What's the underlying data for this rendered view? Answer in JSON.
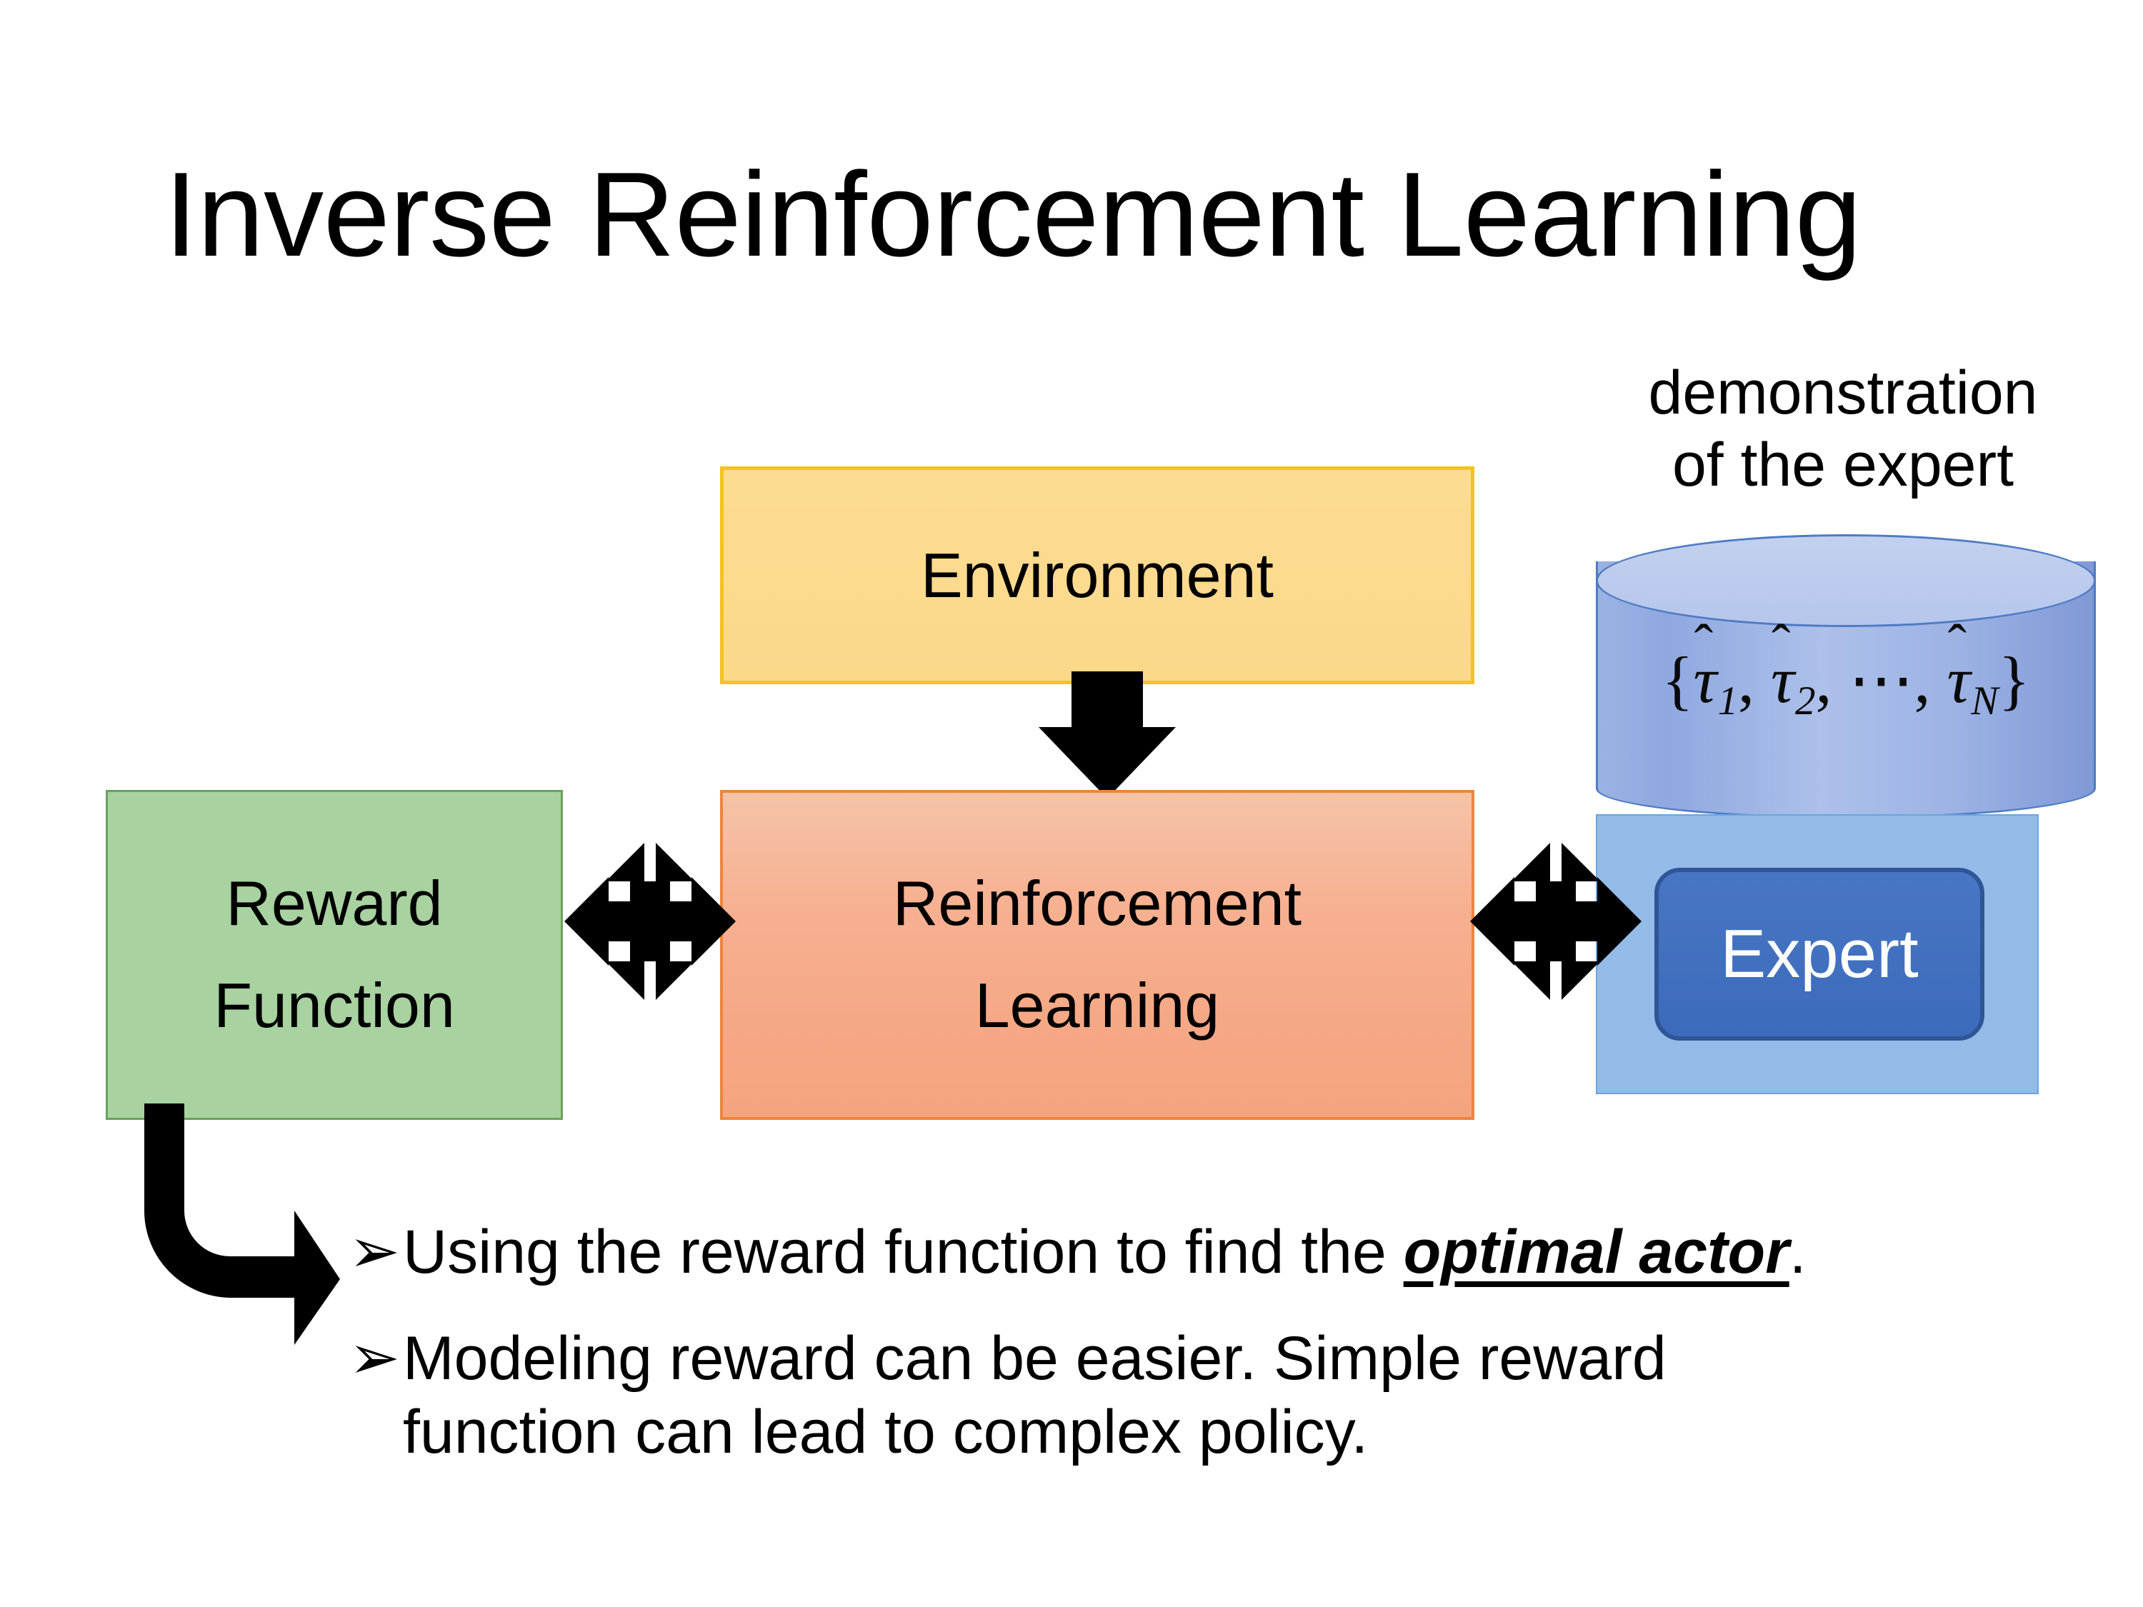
{
  "slide": {
    "title": "Inverse Reinforcement Learning",
    "background_color": "#ffffff"
  },
  "caption": {
    "line1": "demonstration",
    "line2": "of the expert"
  },
  "database": {
    "name": "demonstration-set-cylinder",
    "set_open": "{",
    "tau1": "τ",
    "tau1_hat": "ˆ",
    "tau1_sub": "1",
    "comma1": ", ",
    "tau2": "τ",
    "tau2_hat": "ˆ",
    "tau2_sub": "2",
    "comma2": ", ",
    "ellipsis": "⋯",
    "comma3": ", ",
    "tauN": "τ",
    "tauN_hat": "ˆ",
    "tauN_sub": "N",
    "set_close": "}",
    "fill_color": "#9bb2e3",
    "border_color": "#4f7bc4"
  },
  "expert": {
    "panel_color": "#93bbe8",
    "label": "Expert",
    "box_color": "#3d6bbb",
    "text_color": "#ffffff"
  },
  "environment": {
    "label": "Environment",
    "fill_color": "#fbd88a",
    "border_color": "#f5c220"
  },
  "reinforcement_learning": {
    "line1": "Reinforcement",
    "line2": "Learning",
    "fill_color": "#f5a886",
    "border_color": "#ee843d"
  },
  "reward_function": {
    "line1": "Reward",
    "line2": "Function",
    "fill_color": "#a8d2a0",
    "border_color": "#6aa25e"
  },
  "arrows": {
    "env_to_rl": "down-arrow",
    "reward_to_rl": "four-way-arrow",
    "rl_to_expert": "four-way-arrow",
    "reward_to_bullet": "elbow-arrow",
    "color": "#000000"
  },
  "bullets": [
    {
      "marker": "➢",
      "lines": [
        {
          "pre": "Using the reward function to find the ",
          "emph": "optimal actor",
          "post": "."
        }
      ]
    },
    {
      "marker": "➢",
      "lines": [
        {
          "pre": "Modeling reward can be easier. Simple reward",
          "emph": "",
          "post": ""
        },
        {
          "pre": "function can lead to complex policy.",
          "emph": "",
          "post": ""
        }
      ]
    }
  ]
}
